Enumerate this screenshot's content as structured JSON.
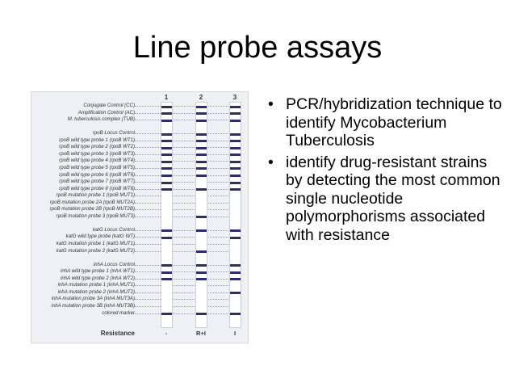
{
  "slide": {
    "title": "Line probe assays",
    "bullets": [
      {
        "text": "PCR/hybridization technique to identify Mycobacterium Tuberculosis"
      },
      {
        "text": "identify drug-resistant strains by detecting the most common single nucleotide polymorphorisms associated with resistance"
      }
    ]
  },
  "figure": {
    "strip_numbers": [
      "1",
      "2",
      "3"
    ],
    "rows": [
      "Conjugate Control (CC)",
      "Amplification Control (AC)",
      "M. tuberculosis complex (TUB)",
      "",
      "rpoB Locus Control",
      "rpoB wild type probe 1 (rpoB WT1)",
      "rpoB wild type probe 2 (rpoB WT2)",
      "rpoB wild type probe 3 (rpoB WT3)",
      "rpoB wild type probe 4 (rpoB WT4)",
      "rpoB wild type probe 5 (rpoB WT5)",
      "rpoB wild type probe 6 (rpoB WT6)",
      "rpoB wild type probe 7 (rpoB WT7)",
      "rpoB wild type probe 8 (rpoB WT8)",
      "rpoB mutation probe 1 (rpoB MUT1)",
      "rpoB mutation probe 2A (rpoB MUT2A)",
      "rpoB mutation probe 2B (rpoB MUT2B)",
      "rpoB mutation probe 3 (rpoB MUT3)",
      "",
      "katG Locus Control",
      "katG wild type probe (katG WT)",
      "katG mutation probe 1 (katG MUT1)",
      "katG mutation probe 2 (katG MUT2)",
      "",
      "inhA Locus Control",
      "inhA wild type probe 1 (inhA WT1)",
      "inhA wild type probe 2 (inhA WT2)",
      "inhA mutation probe 1 (inhA MUT1)",
      "inhA mutation probe 2 (inhA MUT2)",
      "inhA mutation probe 3A (inhA MUT3A)",
      "inhA mutation probe 3B (inhA MUT3B)",
      "colored marker"
    ],
    "bands": [
      [
        0,
        1,
        2,
        4,
        5,
        6,
        7,
        8,
        9,
        10,
        11,
        12,
        18,
        19,
        23,
        24,
        25,
        30
      ],
      [
        0,
        1,
        2,
        4,
        5,
        6,
        7,
        8,
        9,
        10,
        12,
        16,
        18,
        21,
        23,
        24,
        25,
        30
      ],
      [
        0,
        1,
        2,
        4,
        5,
        6,
        7,
        8,
        9,
        10,
        11,
        12,
        18,
        19,
        23,
        24,
        25,
        27,
        30
      ]
    ],
    "resistance_title": "Resistance",
    "resistance": [
      "-",
      "R+I",
      "I"
    ]
  }
}
